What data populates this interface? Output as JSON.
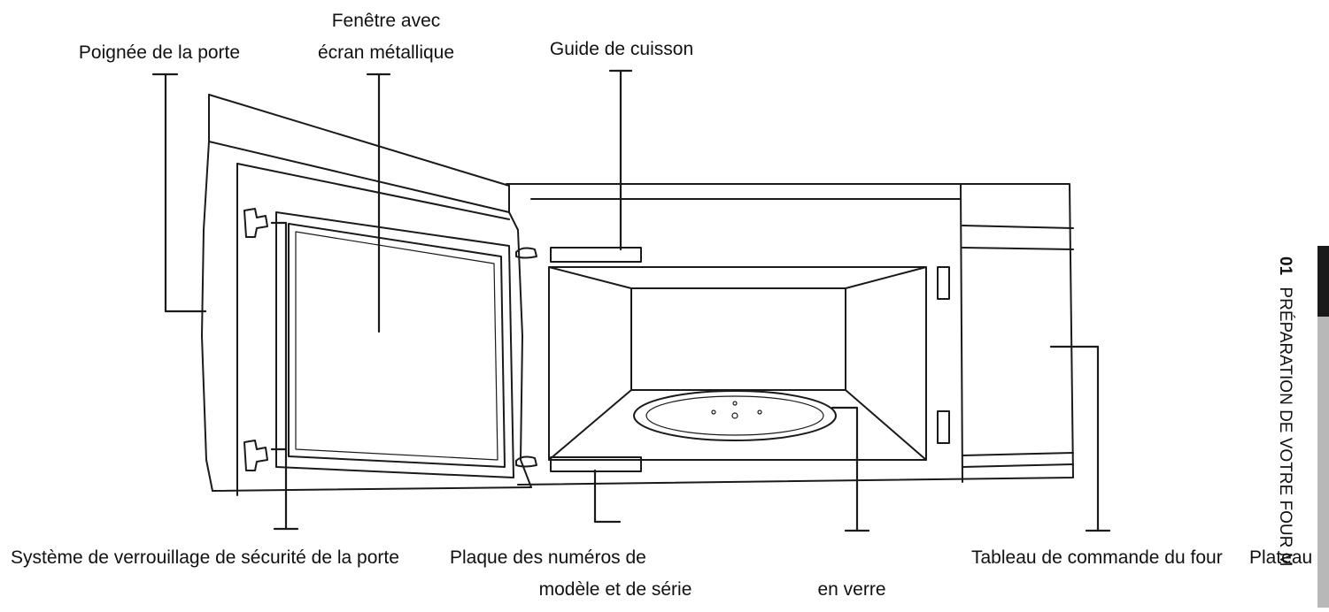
{
  "labels": {
    "door_handle": "Poignée de la porte",
    "window_line1": "Fenêtre avec",
    "window_line2": "écran métallique",
    "cooking_guide": "Guide de cuisson",
    "safety_lock": "Système de verrouillage de sécurité de la porte",
    "plate_line1": "Plaque des numéros de",
    "plate_line2": "modèle et de série",
    "control_panel": "Tableau de commande du four",
    "glass_tray_line1": "Plateau",
    "glass_tray_line2": "en verre"
  },
  "section_tab": {
    "number": "01",
    "title": "PRÉPARATION DE VOTRE FOUR M"
  },
  "colors": {
    "line": "#1a1a1a",
    "tab_dark": "#1a1a1a",
    "tab_light": "#b8b8b8"
  }
}
